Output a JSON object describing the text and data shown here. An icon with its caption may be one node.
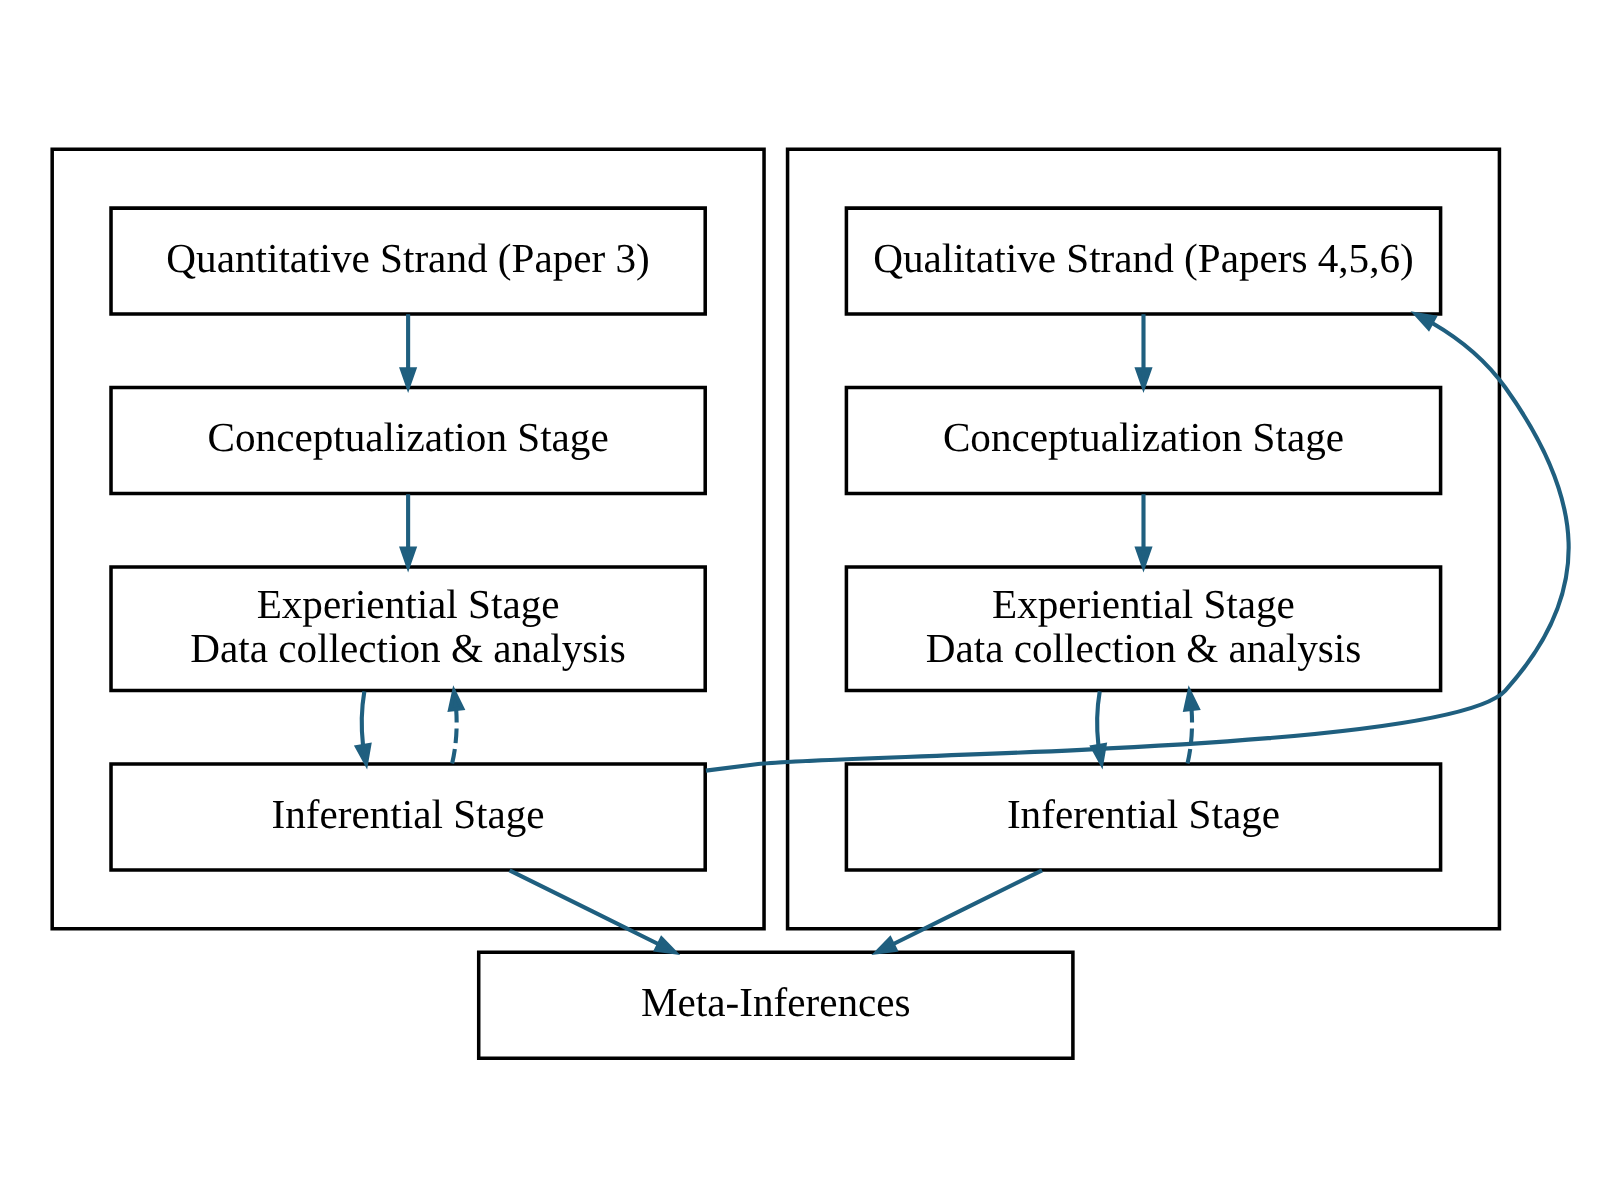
{
  "diagram": {
    "nodes": [
      {
        "text": [],
        "shape": "box"
      },
      {
        "text": [
          "Quantitative Strand (Paper 3)"
        ],
        "in": 0
      },
      {
        "text": [
          "Conceptualization Stage"
        ],
        "in": 0
      },
      {
        "text": [
          "Experiential Stage",
          "Data collection & analysis"
        ],
        "in": 0
      },
      {
        "text": [
          "Inferential Stage"
        ],
        "in": 0
      },
      {
        "text": [],
        "shape": "box"
      },
      {
        "text": [
          "Qualitative Strand (Papers 4,5,6)"
        ],
        "in": 5
      },
      {
        "text": [
          "Conceptualization Stage"
        ],
        "in": 5
      },
      {
        "text": [
          "Experiential Stage",
          "Data collection & analysis"
        ],
        "in": 5
      },
      {
        "text": [
          "Inferential Stage"
        ],
        "in": 5
      },
      {
        "text": [
          "Meta-Inferences"
        ]
      }
    ],
    "edges": [
      {
        "from": 1,
        "to": 2,
        "arrow": "to"
      },
      {
        "from": 2,
        "to": 3,
        "arrow": "to"
      },
      {
        "from": 3,
        "to": 4,
        "arrow": "to"
      },
      {
        "from": 4,
        "to": 3,
        "arrow": "to",
        "style": "dashed"
      },
      {
        "from": 4,
        "to": 6,
        "arrow": "to"
      },
      {
        "from": 6,
        "to": 7,
        "arrow": "to"
      },
      {
        "from": 7,
        "to": 8,
        "arrow": "to"
      },
      {
        "from": 8,
        "to": 9,
        "arrow": "to"
      },
      {
        "from": 9,
        "to": 8,
        "arrow": "to",
        "style": "dashed"
      },
      {
        "from": 4,
        "to": 10,
        "arrow": "to"
      },
      {
        "from": 9,
        "to": 10,
        "arrow": "to"
      }
    ]
  }
}
